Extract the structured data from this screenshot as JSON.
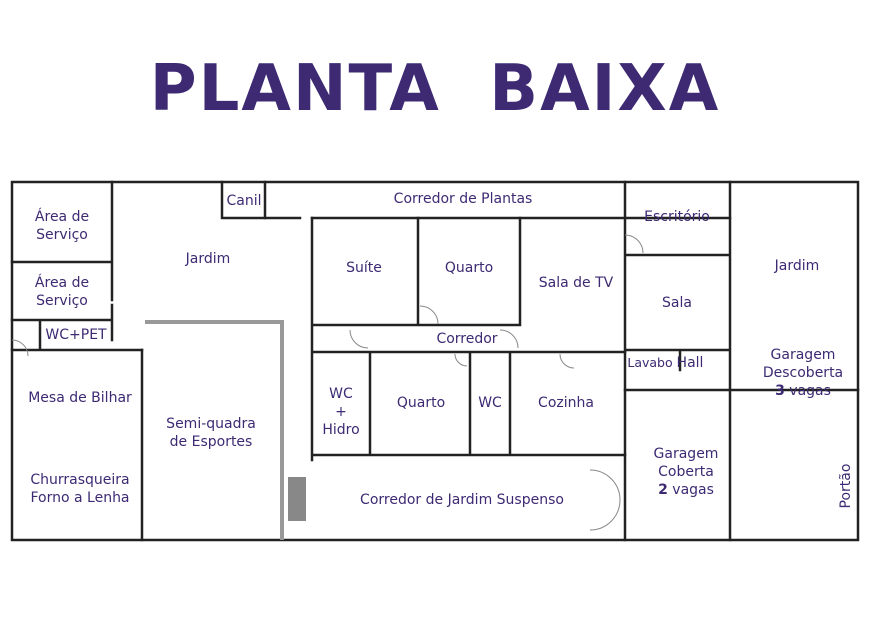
{
  "title": [
    "PLANTA",
    "BAIXA"
  ],
  "rooms": {
    "area_servico_1": [
      "Área de",
      "Serviço"
    ],
    "area_servico_2": [
      "Área de",
      "Serviço"
    ],
    "wc_pet": "WC+PET",
    "canil": "Canil",
    "jardim_left": "Jardim",
    "corredor_plantas": "Corredor de Plantas",
    "suite": "Suíte",
    "quarto_top": "Quarto",
    "sala_tv": "Sala de TV",
    "escritorio": "Escritório",
    "sala": "Sala",
    "jardim_right": "Jardim",
    "corredor": "Corredor",
    "lavabo": "Lavabo",
    "hall": "Hall",
    "garagem_descoberta": [
      "Garagem",
      "Descoberta",
      "3",
      "vagas"
    ],
    "mesa_bilhar": "Mesa de Bilhar",
    "semi_quadra": [
      "Semi-quadra",
      "de Esportes"
    ],
    "wc_hidro": [
      "WC",
      "+",
      "Hidro"
    ],
    "quarto_bottom": "Quarto",
    "wc": "WC",
    "cozinha": "Cozinha",
    "churrasqueira": [
      "Churrasqueira",
      "Forno a Lenha"
    ],
    "corredor_jardim": "Corredor de Jardim Suspenso",
    "garagem_coberta": [
      "Garagem",
      "Coberta",
      "2",
      "vagas"
    ],
    "portao": "Portão"
  },
  "colors": {
    "text": "#3d2a73",
    "wall": "#222222",
    "court": "#999999"
  }
}
